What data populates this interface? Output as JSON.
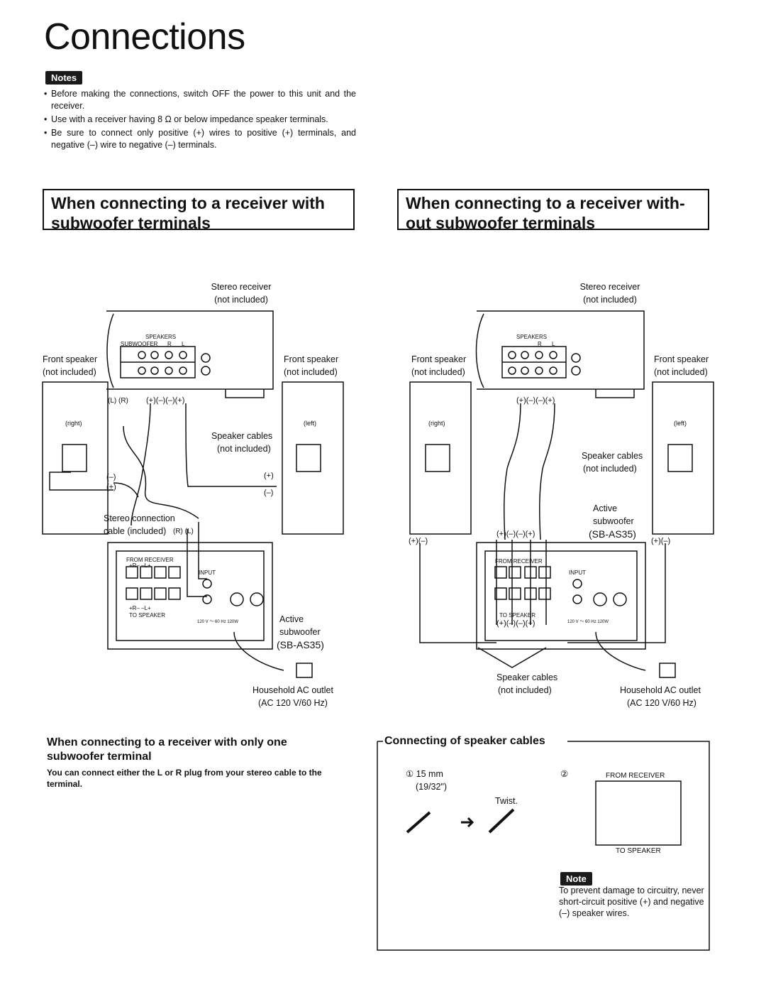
{
  "page": {
    "title": "Connections",
    "notes_badge": "Notes",
    "notes": [
      "Before making the connections, switch OFF the power to this unit and the receiver.",
      "Use with a receiver having 8 Ω or below impedance speaker terminals.",
      "Be sure to connect only positive (+) wires to positive (+) terminals, and negative (–) wire to negative (–) terminals."
    ]
  },
  "left_section": {
    "heading_line1": "When connecting to a receiver with",
    "heading_line2": "subwoofer terminals",
    "stereo_receiver": "Stereo receiver",
    "not_included": "(not included)",
    "speakers": "SPEAKERS",
    "subwoofer": "SUBWOOFER",
    "r": "R",
    "l": "L",
    "front_speaker": "Front speaker",
    "right": "(right)",
    "left": "(left)",
    "speaker_cables": "Speaker cables",
    "stereo_connection": "Stereo connection",
    "cable_included": "cable (included)",
    "lr_plugs": "(L) (R)",
    "rl_plugs": "(R) (L)",
    "polarity_row": "(+)(–)(–)(+)",
    "minus_mark": "(–)",
    "plus_mark": "(+)",
    "from_receiver": "FROM RECEIVER",
    "rl_terminals": "+R– –L+",
    "input": "INPUT",
    "to_speaker": "TO SPEAKER",
    "rating": "120 V ～ 60 Hz 120W",
    "active": "Active",
    "subwoofer_lower": "subwoofer",
    "model": "(SB-AS35)",
    "household_outlet": "Household AC outlet",
    "ac_spec": "(AC 120 V/60 Hz)"
  },
  "right_section": {
    "heading_line1": "When connecting to a receiver with-",
    "heading_line2": "out subwoofer terminals",
    "stereo_receiver": "Stereo receiver",
    "not_included": "(not included)",
    "speakers": "SPEAKERS",
    "r": "R",
    "l": "L",
    "front_speaker": "Front speaker",
    "right": "(right)",
    "left": "(left)",
    "speaker_cables": "Speaker cables",
    "not_included_lower": "(not included)",
    "polarity_row": "(+)(–)(–)(+)",
    "pair": "(+)(–)",
    "active": "Active",
    "subwoofer_lower": "subwoofer",
    "model": "(SB-AS35)",
    "from_receiver": "FROM RECEIVER",
    "input": "INPUT",
    "to_speaker": "TO SPEAKER",
    "rating": "120 V ～ 60 Hz 120W",
    "household_outlet": "Household AC outlet",
    "ac_spec": "(AC 120 V/60 Hz)"
  },
  "one_terminal": {
    "heading_line1": "When connecting to a receiver with only one",
    "heading_line2": "subwoofer terminal",
    "body": "You can connect either the L or R plug from your stereo cable to the terminal."
  },
  "cable_box": {
    "heading": "Connecting of speaker cables",
    "step1": "① 15 mm",
    "step1_inch": "(19/32\")",
    "twist": "Twist.",
    "step2": "②",
    "from_receiver": "FROM RECEIVER",
    "to_speaker": "TO SPEAKER",
    "note_badge": "Note",
    "note_text": "To prevent damage to circuitry, never short-circuit positive (+) and negative (–) speaker wires."
  }
}
